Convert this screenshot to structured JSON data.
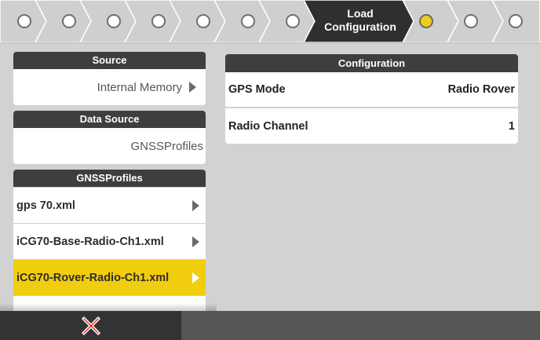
{
  "wizard": {
    "active_step_line1": "Load",
    "active_step_line2": "Configuration",
    "colors": {
      "done": "#d6d6d6",
      "active": "#2f2f2f",
      "current_dot": "#f0cc1e"
    }
  },
  "source": {
    "header": "Source",
    "value": "Internal Memory"
  },
  "data_source": {
    "header": "Data Source",
    "value": "GNSSProfiles"
  },
  "profiles": {
    "header": "GNSSProfiles",
    "items": [
      {
        "label": "gps 70.xml",
        "selected": false
      },
      {
        "label": "iCG70-Base-Radio-Ch1.xml",
        "selected": false
      },
      {
        "label": "iCG70-Rover-Radio-Ch1.xml",
        "selected": true
      }
    ],
    "selected_color": "#f0cd0e"
  },
  "configuration": {
    "header": "Configuration",
    "rows": [
      {
        "label": "GPS Mode",
        "value": "Radio Rover"
      },
      {
        "label": "Radio Channel",
        "value": "1"
      }
    ]
  },
  "bottom_bar": {
    "cancel_icon": "close-x-icon",
    "cancel_color": "#e8201c"
  }
}
